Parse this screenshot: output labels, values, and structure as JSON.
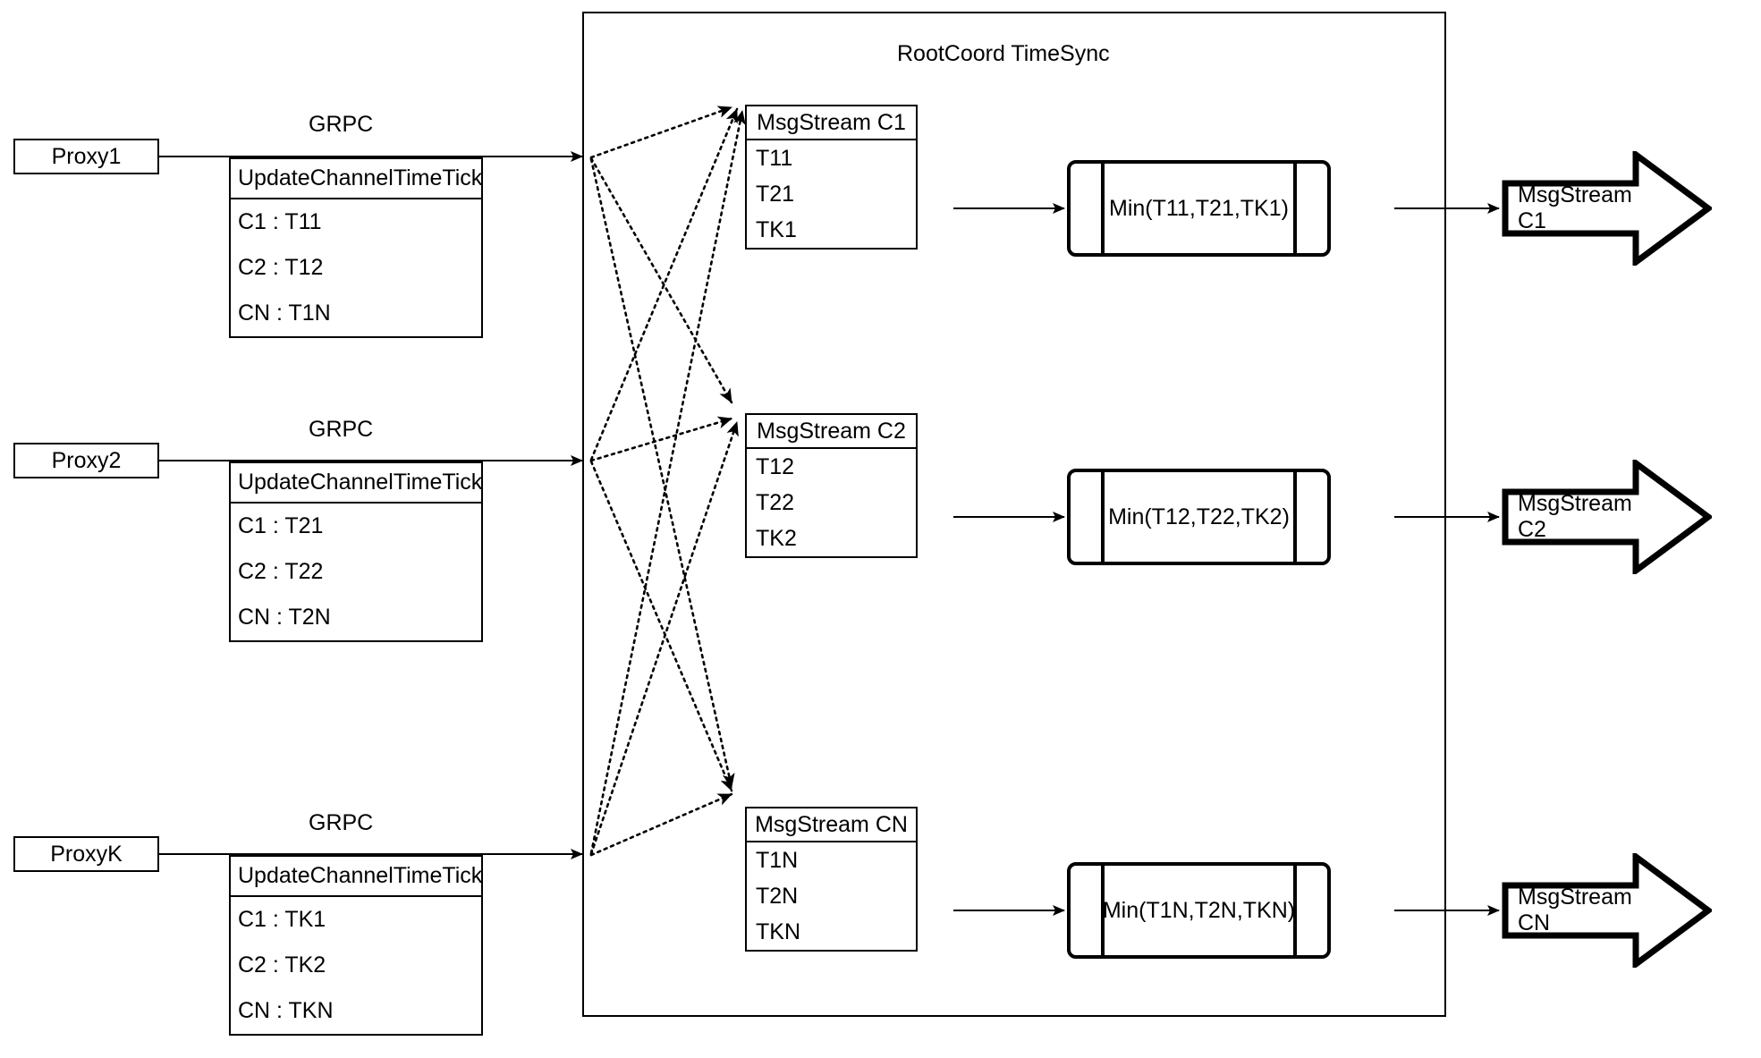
{
  "diagram": {
    "title": "RootCoord TimeSync",
    "container_label": "RootCoord TimeSync",
    "colors": {
      "stroke": "#000000",
      "background": "#ffffff"
    }
  },
  "proxies": [
    {
      "name": "Proxy1",
      "link_label": "GRPC",
      "request": {
        "title": "UpdateChannelTimeTick",
        "rows": [
          "C1 :  T11",
          "C2 :  T12",
          "CN : T1N"
        ]
      }
    },
    {
      "name": "Proxy2",
      "link_label": "GRPC",
      "request": {
        "title": "UpdateChannelTimeTick",
        "rows": [
          "C1 :  T21",
          "C2 :  T22",
          "CN : T2N"
        ]
      }
    },
    {
      "name": "ProxyK",
      "link_label": "GRPC",
      "request": {
        "title": "UpdateChannelTimeTick",
        "rows": [
          "C1 :  TK1",
          "C2 :  TK2",
          "CN : TKN"
        ]
      }
    }
  ],
  "channels": [
    {
      "msgstream": {
        "title": "MsgStream C1",
        "rows": [
          "T11",
          "T21",
          "TK1"
        ]
      },
      "process": {
        "label": "Min(T11,T21,TK1)"
      },
      "output": {
        "label": "MsgStream C1"
      }
    },
    {
      "msgstream": {
        "title": "MsgStream C2",
        "rows": [
          "T12",
          "T22",
          "TK2"
        ]
      },
      "process": {
        "label": "Min(T12,T22,TK2)"
      },
      "output": {
        "label": "MsgStream C2"
      }
    },
    {
      "msgstream": {
        "title": "MsgStream CN",
        "rows": [
          "T1N",
          "T2N",
          "TKN"
        ]
      },
      "process": {
        "label": "Min(T1N,T2N,TKN)"
      },
      "output": {
        "label": "MsgStream CN"
      }
    }
  ]
}
